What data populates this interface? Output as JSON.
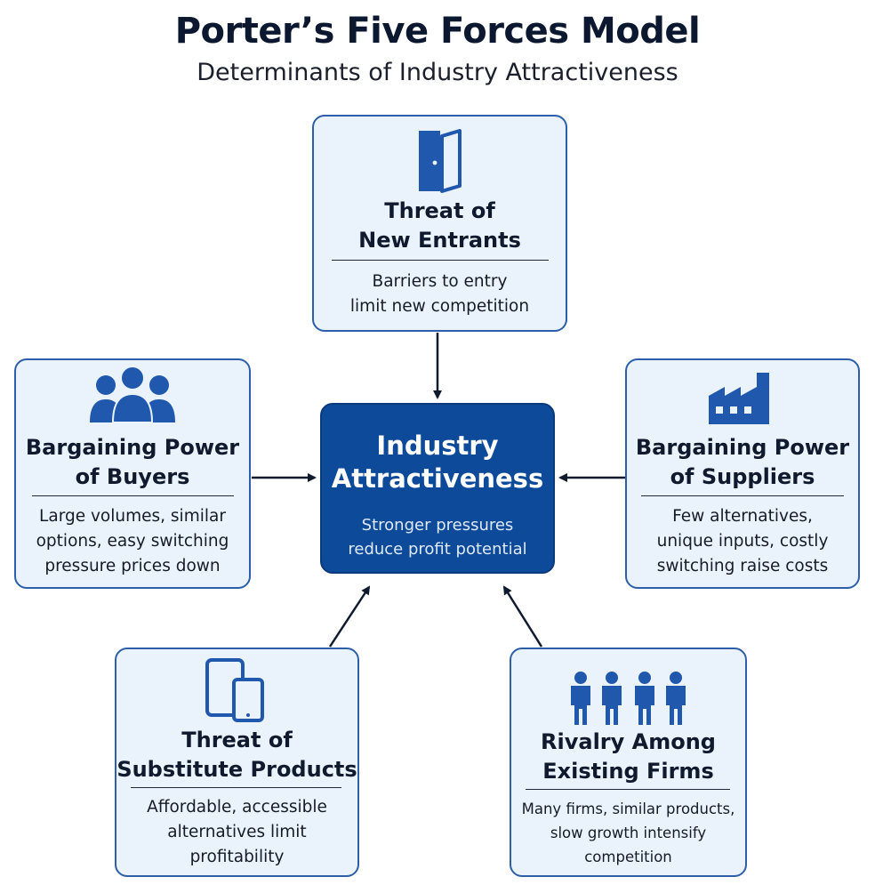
{
  "header": {
    "title": "Porter’s Five Forces Model",
    "subtitle": "Determinants of Industry Attractiveness"
  },
  "center": {
    "title_line1": "Industry",
    "title_line2": "Attractiveness",
    "desc_line1": "Stronger pressures",
    "desc_line2": "reduce profit potential"
  },
  "forces": {
    "new_entrants": {
      "icon": "door-icon",
      "title_line1": "Threat of",
      "title_line2": "New Entrants",
      "desc_line1": "Barriers to entry",
      "desc_line2": "limit new competition"
    },
    "buyers": {
      "icon": "group-people-icon",
      "title_line1": "Bargaining Power",
      "title_line2": "of Buyers",
      "desc_line1": "Large volumes, similar",
      "desc_line2": "options, easy switching",
      "desc_line3": "pressure prices down"
    },
    "suppliers": {
      "icon": "factory-icon",
      "title_line1": "Bargaining Power",
      "title_line2": "of Suppliers",
      "desc_line1": "Few alternatives,",
      "desc_line2": "unique inputs, costly",
      "desc_line3": "switching raise costs"
    },
    "substitutes": {
      "icon": "devices-icon",
      "title_line1": "Threat of",
      "title_line2": "Substitute Products",
      "desc_line1": "Affordable, accessible",
      "desc_line2": "alternatives limit",
      "desc_line3": "profitability"
    },
    "rivalry": {
      "icon": "four-people-icon",
      "title_line1": "Rivalry Among",
      "title_line2": "Existing Firms",
      "desc_line1": "Many firms, similar products,",
      "desc_line2": "slow growth intensify",
      "desc_line3": "competition"
    }
  },
  "colors": {
    "accent": "#0d4a9a",
    "icon": "#1f58ad",
    "box_fill": "#eaf2fc",
    "box_border": "#2d5fa8"
  }
}
